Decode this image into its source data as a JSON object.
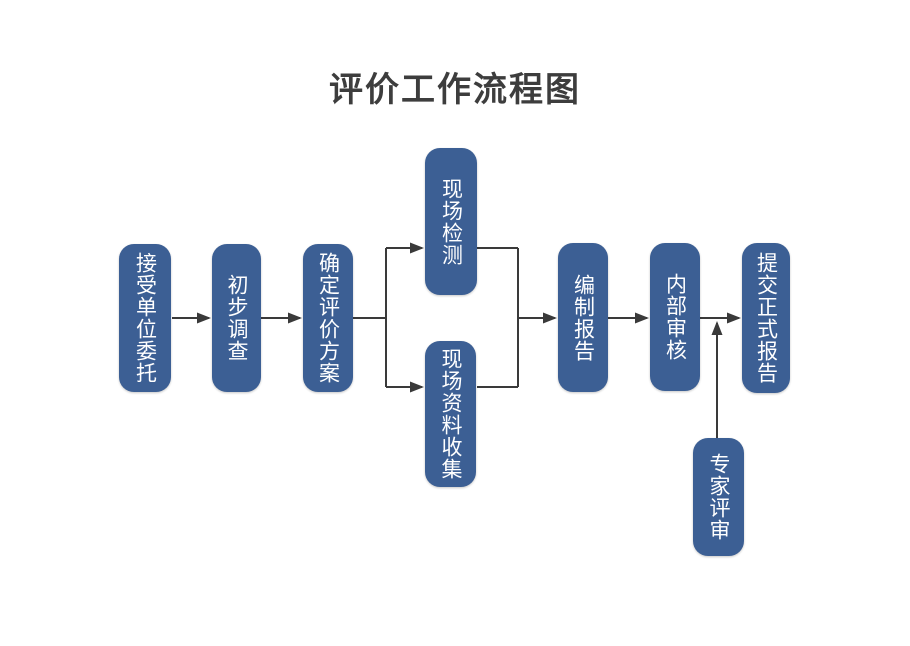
{
  "title": "评价工作流程图",
  "colors": {
    "background": "#ffffff",
    "title_color": "#3d3d3d",
    "node_fill": "#3c5f94",
    "node_text": "#ffffff",
    "connector": "#3a3a3a"
  },
  "nodes": [
    {
      "id": "accept",
      "label": "接受单位委托"
    },
    {
      "id": "survey",
      "label": "初步调查"
    },
    {
      "id": "plan",
      "label": "确定评价方案"
    },
    {
      "id": "testing",
      "label": "现场检测"
    },
    {
      "id": "collection",
      "label": "现场资料收集"
    },
    {
      "id": "report",
      "label": "编制报告"
    },
    {
      "id": "internal",
      "label": "内部审核"
    },
    {
      "id": "submit",
      "label": "提交正式报告"
    },
    {
      "id": "expert",
      "label": "专家评审"
    }
  ],
  "edges": [
    {
      "from": "接受单位委托",
      "to": "初步调查"
    },
    {
      "from": "初步调查",
      "to": "确定评价方案"
    },
    {
      "from": "确定评价方案",
      "to": "现场检测"
    },
    {
      "from": "确定评价方案",
      "to": "现场资料收集"
    },
    {
      "from": "现场检测",
      "to": "编制报告"
    },
    {
      "from": "现场资料收集",
      "to": "编制报告"
    },
    {
      "from": "编制报告",
      "to": "内部审核"
    },
    {
      "from": "内部审核",
      "to": "提交正式报告"
    },
    {
      "from": "专家评审",
      "to": "提交正式报告",
      "note": "merges into connector between 内部审核 and 提交正式报告"
    }
  ]
}
